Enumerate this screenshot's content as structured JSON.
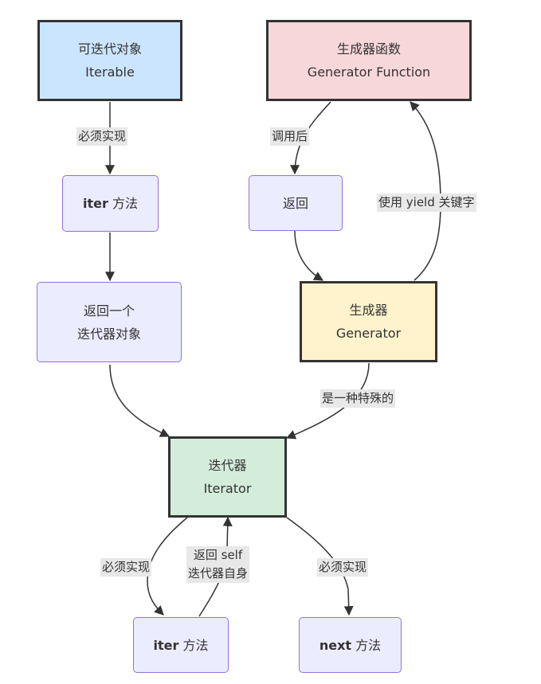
{
  "nodes": {
    "iterable": {
      "line1": "可迭代对象",
      "line2": "Iterable"
    },
    "genfunc": {
      "line1": "生成器函数",
      "line2": "Generator Function"
    },
    "iter_method_top": {
      "bold": "iter",
      "rest": " 方法"
    },
    "return_node": {
      "text": "返回"
    },
    "return_iter_obj": {
      "line1": "返回一个",
      "line2": "迭代器对象"
    },
    "generator": {
      "line1": "生成器",
      "line2": "Generator"
    },
    "iterator": {
      "line1": "迭代器",
      "line2": "Iterator"
    },
    "iter_method_bottom": {
      "bold": "iter",
      "rest": " 方法"
    },
    "next_method": {
      "bold": "next",
      "rest": " 方法"
    }
  },
  "edge_labels": {
    "must_implement_1": "必须实现",
    "after_call": "调用后",
    "uses_yield": "使用 yield 关键字",
    "is_special": "是一种特殊的",
    "must_implement_2": "必须实现",
    "return_self_line1": "返回 self",
    "return_self_line2": "迭代器自身",
    "must_implement_3": "必须实现"
  },
  "colors": {
    "iterable": "#cce5ff",
    "generator_function": "#f8d7da",
    "generator": "#fff3cd",
    "iterator": "#d4edda",
    "method_node": "#ECECFF",
    "method_border": "#9370DB",
    "edge": "#333333"
  }
}
